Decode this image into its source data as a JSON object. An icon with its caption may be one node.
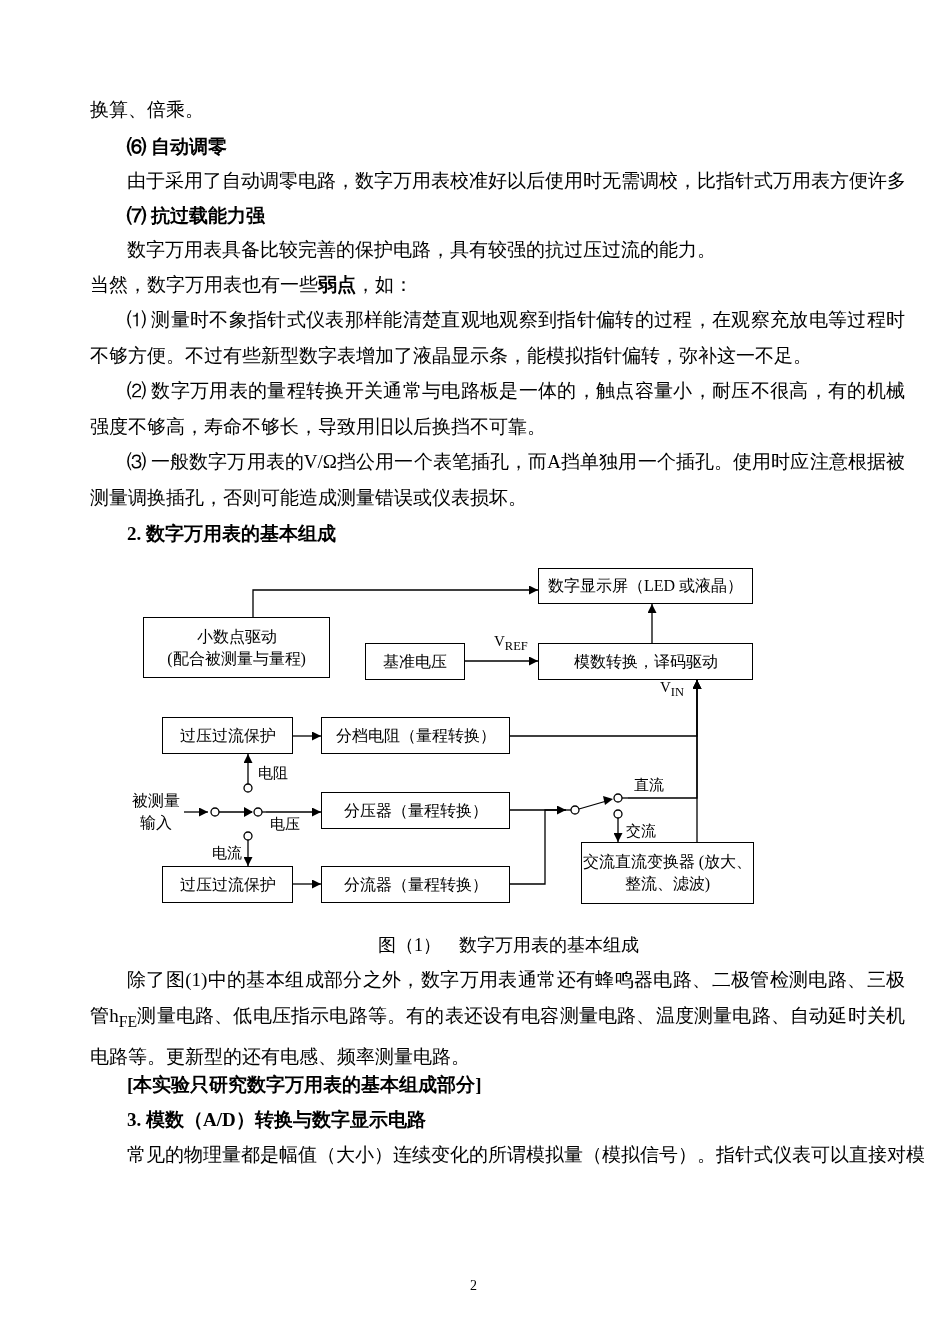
{
  "diagram": {
    "caption": "图（1）　数字万用表的基本组成",
    "nodes": [
      {
        "text": [
          "数字显示屏（LED 或液晶）"
        ]
      },
      {
        "text": [
          "小数点驱动 (配合被测量与量程)"
        ]
      },
      {
        "text": [
          "基准电压"
        ]
      },
      {
        "text": [
          "模数转换，译码驱动"
        ]
      },
      {
        "text": [
          "过压过流保护"
        ]
      },
      {
        "text": [
          "分档电阻（量程转换）"
        ]
      },
      {
        "text": [
          "被测量输入"
        ]
      },
      {
        "text": [],
        "shape": "switch"
      },
      {
        "text": [
          "分压器（量程转换）"
        ]
      },
      {
        "text": [
          "过压过流保护"
        ]
      },
      {
        "text": [
          "分流器（量程转换）"
        ]
      },
      {
        "text": [],
        "shape": "switch"
      },
      {
        "text": [
          "交流直流变换器 (放大、整流、滤波)"
        ]
      }
    ],
    "edges": [
      {
        "from": 1,
        "to": 0,
        "arrow": "to"
      },
      {
        "from": 3,
        "to": 0,
        "arrow": "to"
      },
      {
        "from": 2,
        "to": 3,
        "arrow": "to",
        "label": "V$_{REF}$"
      },
      {
        "from": 6,
        "to": 7,
        "arrow": "to"
      },
      {
        "from": 7,
        "to": 4,
        "arrow": "to",
        "label": "电阻"
      },
      {
        "from": 7,
        "to": 8,
        "arrow": "to",
        "label": "电压"
      },
      {
        "from": 7,
        "to": 9,
        "arrow": "to",
        "label": "电流"
      },
      {
        "from": 4,
        "to": 5,
        "arrow": "to"
      },
      {
        "from": 9,
        "to": 10,
        "arrow": "to"
      },
      {
        "from": 8,
        "to": 11,
        "arrow": "none"
      },
      {
        "from": 10,
        "to": 11,
        "arrow": "to"
      },
      {
        "from": 11,
        "to": 3,
        "arrow": "to",
        "label": "直流"
      },
      {
        "from": 11,
        "to": 12,
        "arrow": "to",
        "label": "交流"
      },
      {
        "from": 5,
        "to": 3,
        "arrow": "to"
      },
      {
        "from": 12,
        "to": 3,
        "arrow": "to"
      }
    ],
    "labels": [
      "换算、倍乘。",
      "⑹ 自动调零",
      "由于采用了自动调零电路，数字万用表校准好以后使用时无需调校，比指针式万用表方便许多",
      "⑺ 抗过载能力强",
      "数字万用表具备比较完善的保护电路，具有较强的抗过压过流的能力。",
      "当然，数字万用表也有一些**弱点**，如：",
      "⑴ 测量时不象指针式仪表那样能清楚直观地观察到指针偏转的过程，在观察充放电等过程时不够方便。不过有些新型数字表增加了液晶显示条，能模拟指针偏转，弥补这一不足。",
      "⑵ 数字万用表的量程转换开关通常与电路板是一体的，触点容量小，耐压不很高，有的机械强度不够高，寿命不够长，导致用旧以后换挡不可靠。",
      "⑶ 一般数字万用表的V/Ω挡公用一个表笔插孔，而A挡单独用一个插孔。使用时应注意根据被测量调换插孔，否则可能造成测量错误或仪表损坏。",
      "2. 数字万用表的基本组成",
      "V$_{IN}$",
      "除了图(1)中的基本组成部分之外，数字万用表通常还有蜂鸣器电路、二极管检测电路、三极管h$_{FE}$测量电路、低电压指示电路等。有的表还设有电容测量电路、温度测量电路、自动延时关机电路等。更新型的还有电感、频率测量电路。",
      "[本实验只研究数字万用表的基本组成部分]",
      "3. 模数（A/D）转换与数字显示电路",
      "常见的物理量都是幅值（大小）连续变化的所谓模拟量（模拟信号）。指针式仪表可以直接对模",
      "2"
    ]
  }
}
